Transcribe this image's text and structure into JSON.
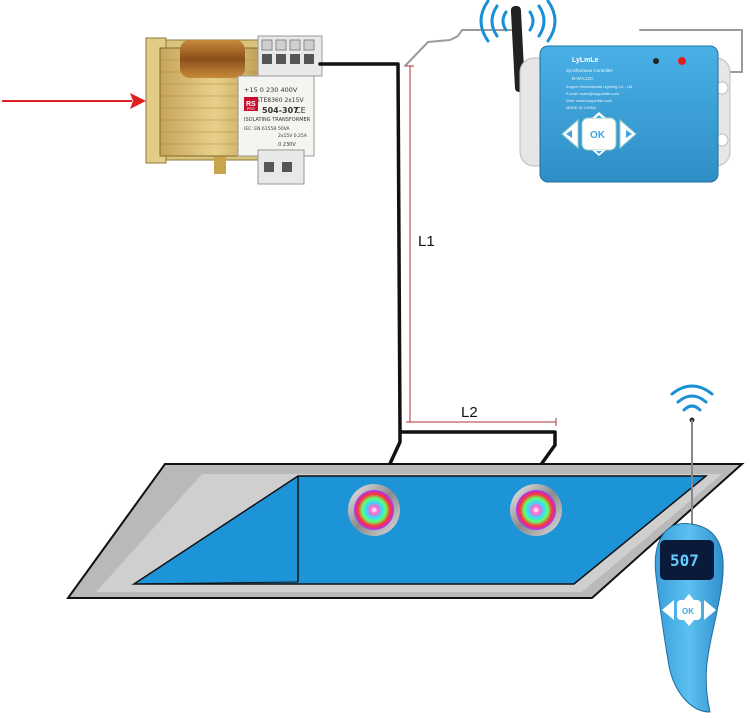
{
  "labels": {
    "l1": "L1",
    "l2": "L2"
  },
  "transformer": {
    "brand": "RS",
    "brand_sub": "PRO",
    "terminals_top": "+15  0  230  400V",
    "model_line": "STE8360   2x15V",
    "part_number": "504-307",
    "marks": "CE",
    "type": "ISOLATING TRANSFORMER",
    "spec_1": "IEC: EN 61558",
    "spec_2": "50VA",
    "spec_3": "2x15V 0.25A",
    "spec_4": "0    230V"
  },
  "controller": {
    "brand": "LyLmLe",
    "title": "Synchronous Controller",
    "model": "B-W-K12C",
    "company": "Kopper International Lighting Co., Ltd",
    "email": "E-mail: sales@kopperlite.com",
    "web": "Web: www.kopperlite.com",
    "origin": "MADE IN CHINA",
    "ok_label": "OK"
  },
  "remote": {
    "display_value": "507",
    "ok_label": "OK"
  },
  "colors": {
    "wire": "#111111",
    "arrow": "#e02020",
    "dimension": "#b03030",
    "pool_water": "#1e94d8",
    "pool_deck": "#b9b9b9",
    "device_blue": "#3ea6dd",
    "wifi_blue": "#1a8fd6"
  },
  "icons": [
    "wifi-signal-icon",
    "antenna-icon",
    "arrow-left-icon",
    "arrow-right-icon",
    "arrow-up-icon",
    "arrow-down-icon"
  ]
}
